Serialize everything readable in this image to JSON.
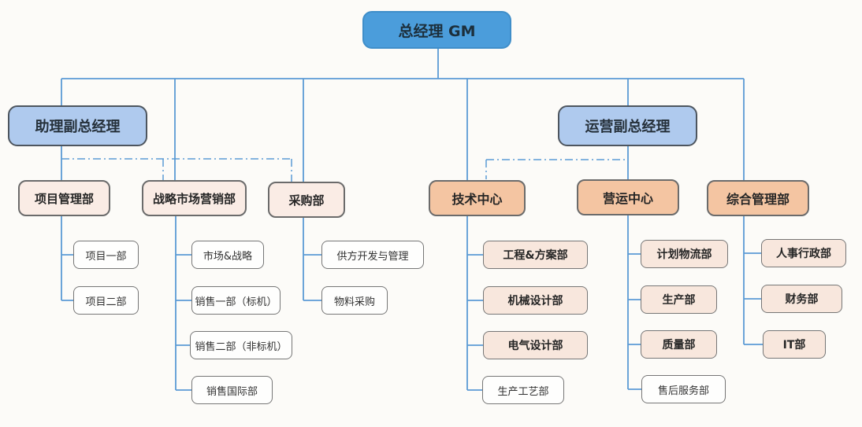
{
  "colors": {
    "gm_fill": "#4B9DDB",
    "vp_fill": "#AFCAEE",
    "dept_light_fill": "#FAECE5",
    "dept_peach_fill": "#F4C5A2",
    "leaf_highlight_fill": "#F8E7DD",
    "leaf_plain_fill": "#FEFEFD",
    "connector_line": "#5B9BD5"
  },
  "org": {
    "root": {
      "label": "总经理 GM"
    },
    "vps": [
      {
        "label": "助理副总经理"
      },
      {
        "label": "运营副总经理"
      }
    ],
    "departments": [
      {
        "label": "项目管理部",
        "children": [
          {
            "label": "项目一部",
            "highlight": false
          },
          {
            "label": "项目二部",
            "highlight": false
          }
        ]
      },
      {
        "label": "战略市场营销部",
        "children": [
          {
            "label": "市场&战略",
            "highlight": false
          },
          {
            "label": "销售一部（标机）",
            "highlight": false
          },
          {
            "label": "销售二部（非标机）",
            "highlight": false
          },
          {
            "label": "销售国际部",
            "highlight": false
          }
        ]
      },
      {
        "label": "采购部",
        "children": [
          {
            "label": "供方开发与管理",
            "highlight": false
          },
          {
            "label": "物料采购",
            "highlight": false
          }
        ]
      },
      {
        "label": "技术中心",
        "children": [
          {
            "label": "工程&方案部",
            "highlight": true
          },
          {
            "label": "机械设计部",
            "highlight": true
          },
          {
            "label": "电气设计部",
            "highlight": true
          },
          {
            "label": "生产工艺部",
            "highlight": false
          }
        ]
      },
      {
        "label": "营运中心",
        "children": [
          {
            "label": "计划物流部",
            "highlight": true
          },
          {
            "label": "生产部",
            "highlight": true
          },
          {
            "label": "质量部",
            "highlight": true
          },
          {
            "label": "售后服务部",
            "highlight": false
          }
        ]
      },
      {
        "label": "综合管理部",
        "children": [
          {
            "label": "人事行政部",
            "highlight": true
          },
          {
            "label": "财务部",
            "highlight": true
          },
          {
            "label": "IT部",
            "highlight": true
          }
        ]
      }
    ]
  }
}
